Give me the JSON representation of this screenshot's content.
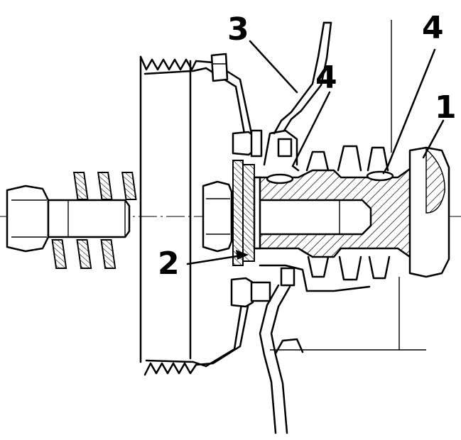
{
  "callouts": {
    "c1": "1",
    "c2": "2",
    "c3": "3",
    "c4a": "4",
    "c4b": "4"
  },
  "colors": {
    "ink": "#000000",
    "paper": "#ffffff"
  }
}
